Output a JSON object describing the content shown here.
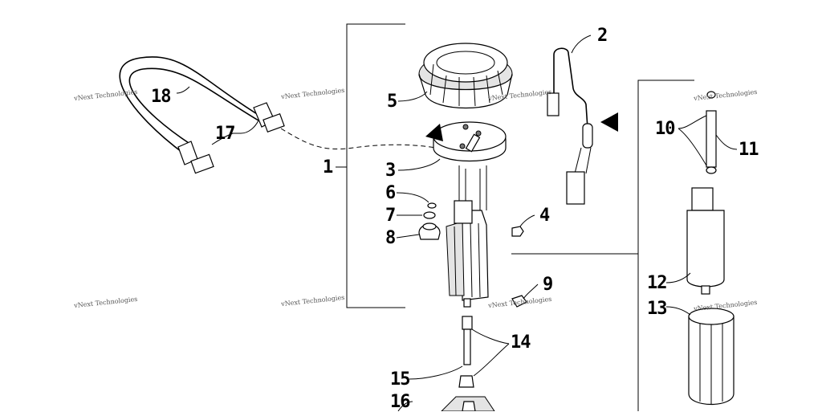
{
  "callouts": {
    "c1": "1",
    "c2": "2",
    "c3": "3",
    "c4": "4",
    "c5": "5",
    "c6": "6",
    "c7": "7",
    "c8": "8",
    "c9": "9",
    "c10": "10",
    "c11": "11",
    "c12": "12",
    "c13": "13",
    "c14": "14",
    "c15": "15",
    "c16": "16",
    "c17": "17",
    "c18": "18"
  },
  "watermark": {
    "text": "vNext Technologies"
  }
}
